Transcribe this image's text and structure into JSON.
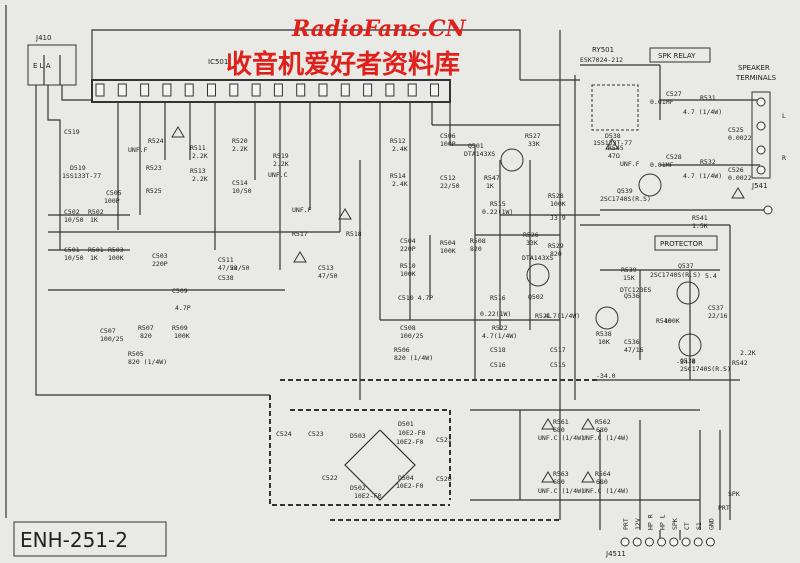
{
  "watermark": {
    "site": "RadioFans.CN",
    "chinese": "收音机爱好者资料库"
  },
  "ic": {
    "ref": "IC501"
  },
  "jacks": {
    "j410": {
      "ref": "J410",
      "pins": "E L A"
    },
    "j541": {
      "ref": "J541"
    },
    "j4511": {
      "ref": "J4511",
      "pins": [
        "PRT",
        "12V",
        "HP R",
        "HP L",
        "SPK",
        "CT",
        "S1",
        "GND"
      ]
    }
  },
  "blocks": {
    "spk_relay": "SPK RELAY",
    "protector": "PROTECTOR",
    "speaker_terminals": [
      "SPEAKER",
      "TERMINALS"
    ],
    "ry501": "RY501",
    "relay_part": "ESK7024-212"
  },
  "diagram_code": "ENH-251-2",
  "components": [
    {
      "key": "c519",
      "text": "C519"
    },
    {
      "key": "d519",
      "text": "D519"
    },
    {
      "key": "d519p",
      "text": "1SS133T-77"
    },
    {
      "key": "r524",
      "text": "R524"
    },
    {
      "key": "r511",
      "text": "R511"
    },
    {
      "key": "r511v",
      "text": "2.2K"
    },
    {
      "key": "r513",
      "text": "R513"
    },
    {
      "key": "r513v",
      "text": "2.2K"
    },
    {
      "key": "r523",
      "text": "R523"
    },
    {
      "key": "r525",
      "text": "R525"
    },
    {
      "key": "c505",
      "text": "C505"
    },
    {
      "key": "c505v",
      "text": "100P"
    },
    {
      "key": "r520",
      "text": "R520"
    },
    {
      "key": "r520v",
      "text": "2.2K"
    },
    {
      "key": "r519",
      "text": "R519"
    },
    {
      "key": "r519v",
      "text": "2.2K"
    },
    {
      "key": "c514",
      "text": "C514"
    },
    {
      "key": "c514v",
      "text": "10/50"
    },
    {
      "key": "unff1",
      "text": "UNF.F"
    },
    {
      "key": "unff2",
      "text": "UNF.F"
    },
    {
      "key": "unfc1",
      "text": "UNF.C"
    },
    {
      "key": "c502",
      "text": "C502"
    },
    {
      "key": "c502v",
      "text": "10/50"
    },
    {
      "key": "r502",
      "text": "R502"
    },
    {
      "key": "r502v",
      "text": "1K"
    },
    {
      "key": "c501",
      "text": "C501"
    },
    {
      "key": "c501v",
      "text": "10/50"
    },
    {
      "key": "r501",
      "text": "R501"
    },
    {
      "key": "r501v",
      "text": "1K"
    },
    {
      "key": "r503",
      "text": "R503"
    },
    {
      "key": "r503v",
      "text": "100K"
    },
    {
      "key": "c503",
      "text": "C503"
    },
    {
      "key": "c503v",
      "text": "220P"
    },
    {
      "key": "c511",
      "text": "C511"
    },
    {
      "key": "c511v",
      "text": "47/50"
    },
    {
      "key": "c538",
      "text": "C538"
    },
    {
      "key": "c538v",
      "text": "22/50"
    },
    {
      "key": "r517",
      "text": "R517"
    },
    {
      "key": "r518",
      "text": "R518"
    },
    {
      "key": "c513",
      "text": "C513"
    },
    {
      "key": "c513v",
      "text": "47/50"
    },
    {
      "key": "c509",
      "text": "C509"
    },
    {
      "key": "c509v",
      "text": "4.7P"
    },
    {
      "key": "c507",
      "text": "C507"
    },
    {
      "key": "c507v",
      "text": "100/25"
    },
    {
      "key": "r507",
      "text": "R507"
    },
    {
      "key": "r507v",
      "text": "820"
    },
    {
      "key": "r509",
      "text": "R509"
    },
    {
      "key": "r509v",
      "text": "100K"
    },
    {
      "key": "r505",
      "text": "R505"
    },
    {
      "key": "r505v",
      "text": "820 (1/4W)"
    },
    {
      "key": "r512",
      "text": "R512"
    },
    {
      "key": "r512v",
      "text": "2.4K"
    },
    {
      "key": "r514",
      "text": "R514"
    },
    {
      "key": "r514v",
      "text": "2.4K"
    },
    {
      "key": "c506",
      "text": "C506"
    },
    {
      "key": "c506v",
      "text": "100P"
    },
    {
      "key": "c512",
      "text": "C512"
    },
    {
      "key": "c512v",
      "text": "22/50"
    },
    {
      "key": "q501",
      "text": "Q501"
    },
    {
      "key": "q501p",
      "text": "DTA143XS"
    },
    {
      "key": "r527",
      "text": "R527"
    },
    {
      "key": "r527v",
      "text": "33K"
    },
    {
      "key": "r547",
      "text": "R547"
    },
    {
      "key": "r547v",
      "text": "1K"
    },
    {
      "key": "r515",
      "text": "R515"
    },
    {
      "key": "r515v",
      "text": "0.22(1W)"
    },
    {
      "key": "c504",
      "text": "C504"
    },
    {
      "key": "c504v",
      "text": "220P"
    },
    {
      "key": "r504",
      "text": "R504"
    },
    {
      "key": "r504v",
      "text": "100K"
    },
    {
      "key": "r508",
      "text": "R508"
    },
    {
      "key": "r508v",
      "text": "820"
    },
    {
      "key": "r510",
      "text": "R510"
    },
    {
      "key": "r510v",
      "text": "100K"
    },
    {
      "key": "r526",
      "text": "R526"
    },
    {
      "key": "r526v",
      "text": "33K"
    },
    {
      "key": "r528",
      "text": "R528"
    },
    {
      "key": "r528v",
      "text": "100K"
    },
    {
      "key": "r529",
      "text": "R529"
    },
    {
      "key": "r529v",
      "text": "820"
    },
    {
      "key": "j39",
      "text": "J3.9"
    },
    {
      "key": "c510",
      "text": "C510 4.7P"
    },
    {
      "key": "r516",
      "text": "R516"
    },
    {
      "key": "r516v",
      "text": "0.22(1W)"
    },
    {
      "key": "q502",
      "text": "Q502"
    },
    {
      "key": "q502p",
      "text": "DTA143XS"
    },
    {
      "key": "c508",
      "text": "C508"
    },
    {
      "key": "c508v",
      "text": "100/25"
    },
    {
      "key": "r506",
      "text": "R506"
    },
    {
      "key": "r506v",
      "text": "820 (1/4W)"
    },
    {
      "key": "r522",
      "text": "R522"
    },
    {
      "key": "r522v",
      "text": "4.7(1/4W)"
    },
    {
      "key": "r521",
      "text": "R521"
    },
    {
      "key": "r521v",
      "text": "4.7(1/4W)"
    },
    {
      "key": "c518",
      "text": "C518"
    },
    {
      "key": "c516",
      "text": "C516"
    },
    {
      "key": "c517",
      "text": "C517"
    },
    {
      "key": "c515",
      "text": "C515"
    },
    {
      "key": "c527",
      "text": "C527"
    },
    {
      "key": "c527v",
      "text": "0.01MF"
    },
    {
      "key": "r531",
      "text": "R531"
    },
    {
      "key": "r531v",
      "text": "4.7 (1/4W)"
    },
    {
      "key": "c525",
      "text": "C525"
    },
    {
      "key": "c525v",
      "text": "0.0022"
    },
    {
      "key": "c528",
      "text": "C528"
    },
    {
      "key": "c528v",
      "text": "0.01MF"
    },
    {
      "key": "r532",
      "text": "R532"
    },
    {
      "key": "r532v",
      "text": "4.7 (1/4W)"
    },
    {
      "key": "c526",
      "text": "C526"
    },
    {
      "key": "c526v",
      "text": "0.0022"
    },
    {
      "key": "d538",
      "text": "D538"
    },
    {
      "key": "d538p",
      "text": "1SS133T-77"
    },
    {
      "key": "r545",
      "text": "R545"
    },
    {
      "key": "r545v",
      "text": "47Ω"
    },
    {
      "key": "r545n",
      "text": "UNF.F"
    },
    {
      "key": "q539",
      "text": "Q539"
    },
    {
      "key": "q539p",
      "text": "2SC1740S(R.S)"
    },
    {
      "key": "r541",
      "text": "R541"
    },
    {
      "key": "r541v",
      "text": "1.5K"
    },
    {
      "key": "r539",
      "text": "R539"
    },
    {
      "key": "r539v",
      "text": "15K"
    },
    {
      "key": "q537",
      "text": "Q537"
    },
    {
      "key": "q537p",
      "text": "2SC1740S(R.S)"
    },
    {
      "key": "q536",
      "text": "Q536"
    },
    {
      "key": "q536p",
      "text": "DTC123ES"
    },
    {
      "key": "r540",
      "text": "R540"
    },
    {
      "key": "r540v",
      "text": "100K"
    },
    {
      "key": "c537",
      "text": "C537"
    },
    {
      "key": "c537v",
      "text": "22/16"
    },
    {
      "key": "r538",
      "text": "R538"
    },
    {
      "key": "r538v",
      "text": "10K"
    },
    {
      "key": "c536",
      "text": "C536"
    },
    {
      "key": "c536v",
      "text": "47/16"
    },
    {
      "key": "q538",
      "text": "Q538"
    },
    {
      "key": "q538p",
      "text": "2SC1740S(R.S)"
    },
    {
      "key": "r542",
      "text": "R542"
    },
    {
      "key": "r542v",
      "text": "2.2K"
    },
    {
      "key": "n54",
      "text": "5.4"
    },
    {
      "key": "n34",
      "text": "-34.0"
    },
    {
      "key": "n34b",
      "text": "-34.0"
    },
    {
      "key": "c524",
      "text": "C524"
    },
    {
      "key": "c523",
      "text": "C523"
    },
    {
      "key": "d503",
      "text": "D503"
    },
    {
      "key": "d503p",
      "text": "10E2-F0"
    },
    {
      "key": "d501",
      "text": "D501"
    },
    {
      "key": "d501p",
      "text": "10E2-F0"
    },
    {
      "key": "c521",
      "text": "C521"
    },
    {
      "key": "c520",
      "text": "C520"
    },
    {
      "key": "c522",
      "text": "C522"
    },
    {
      "key": "d502",
      "text": "D502"
    },
    {
      "key": "d502p",
      "text": "10E2-F0"
    },
    {
      "key": "d504",
      "text": "D504"
    },
    {
      "key": "d504p",
      "text": "10E2-F0"
    },
    {
      "key": "r561",
      "text": "R561"
    },
    {
      "key": "r561v",
      "text": "680"
    },
    {
      "key": "r562",
      "text": "R562"
    },
    {
      "key": "r562v",
      "text": "680"
    },
    {
      "key": "r563",
      "text": "R563"
    },
    {
      "key": "r563v",
      "text": "680"
    },
    {
      "key": "r564",
      "text": "R564"
    },
    {
      "key": "r564v",
      "text": "680"
    },
    {
      "key": "unfc2",
      "text": "UNF.C (1/4W)"
    },
    {
      "key": "unfc3",
      "text": "UNF.C (1/4W)"
    },
    {
      "key": "unfc4",
      "text": "UNF.C (1/4W)"
    },
    {
      "key": "unfc5",
      "text": "UNF.C (1/4W)"
    },
    {
      "key": "prt",
      "text": "PRT"
    },
    {
      "key": "spk",
      "text": "SPK"
    },
    {
      "key": "lr",
      "text": "L"
    },
    {
      "key": "rr",
      "text": "R"
    }
  ]
}
